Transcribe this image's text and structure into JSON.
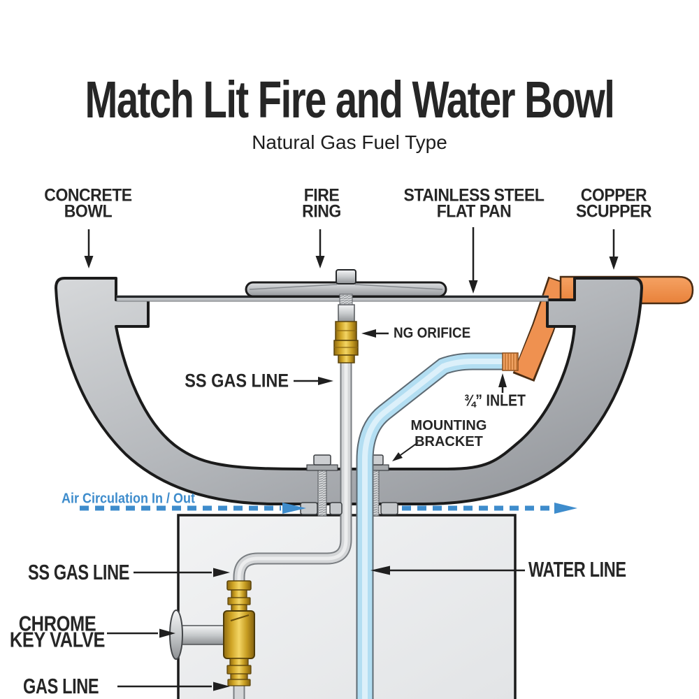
{
  "title": "Match Lit Fire and Water Bowl",
  "subtitle": "Natural Gas Fuel Type",
  "callouts": {
    "concrete_bowl": {
      "line1": "CONCRETE",
      "line2": "BOWL"
    },
    "fire_ring": {
      "line1": "FIRE",
      "line2": "RING"
    },
    "flat_pan": {
      "line1": "STAINLESS STEEL",
      "line2": "FLAT PAN"
    },
    "copper_scupper": {
      "line1": "COPPER",
      "line2": "SCUPPER"
    },
    "ng_orifice": "NG ORIFICE",
    "ss_gas_line_upper": "SS GAS LINE",
    "inlet": "¾” INLET",
    "mounting_bracket": {
      "line1": "MOUNTING",
      "line2": "BRACKET"
    },
    "air_circulation": "Air Circulation In / Out",
    "ss_gas_line_lower": "SS GAS LINE",
    "water_line": "WATER LINE",
    "chrome_key_valve": {
      "line1": "CHROME",
      "line2": "KEY VALVE"
    },
    "gas_line": "GAS LINE"
  },
  "colors": {
    "outline": "#1b1b1b",
    "metal_gray": "#b4b7bb",
    "copper_orange": "#ef9150",
    "brass_gold": "#d0a526",
    "water_blue": "#b3def2",
    "air_blue": "#3e8ccc",
    "label_dark": "#262626",
    "background": "#ffffff"
  }
}
